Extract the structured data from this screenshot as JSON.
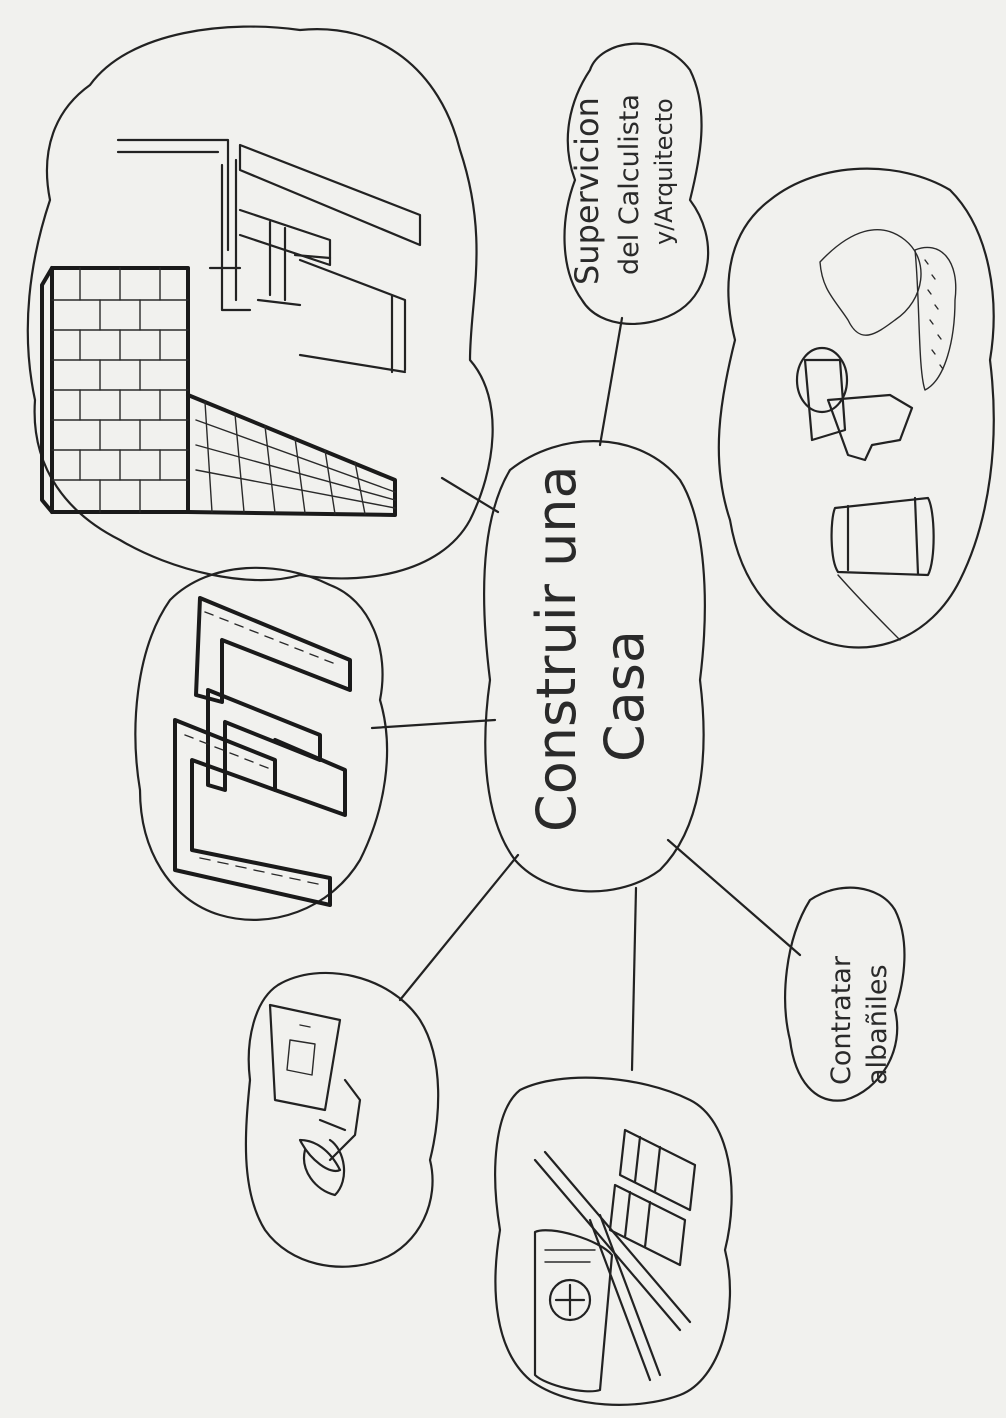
{
  "center": {
    "line1": "Construir una",
    "line2": "Casa"
  },
  "nodes": {
    "supervision": {
      "line1": "Supervicion",
      "line2": "del Calculista",
      "line3": "y/Arquitecto"
    },
    "albaniles": {
      "line1": "Contratar",
      "line2": "albañiles"
    }
  }
}
